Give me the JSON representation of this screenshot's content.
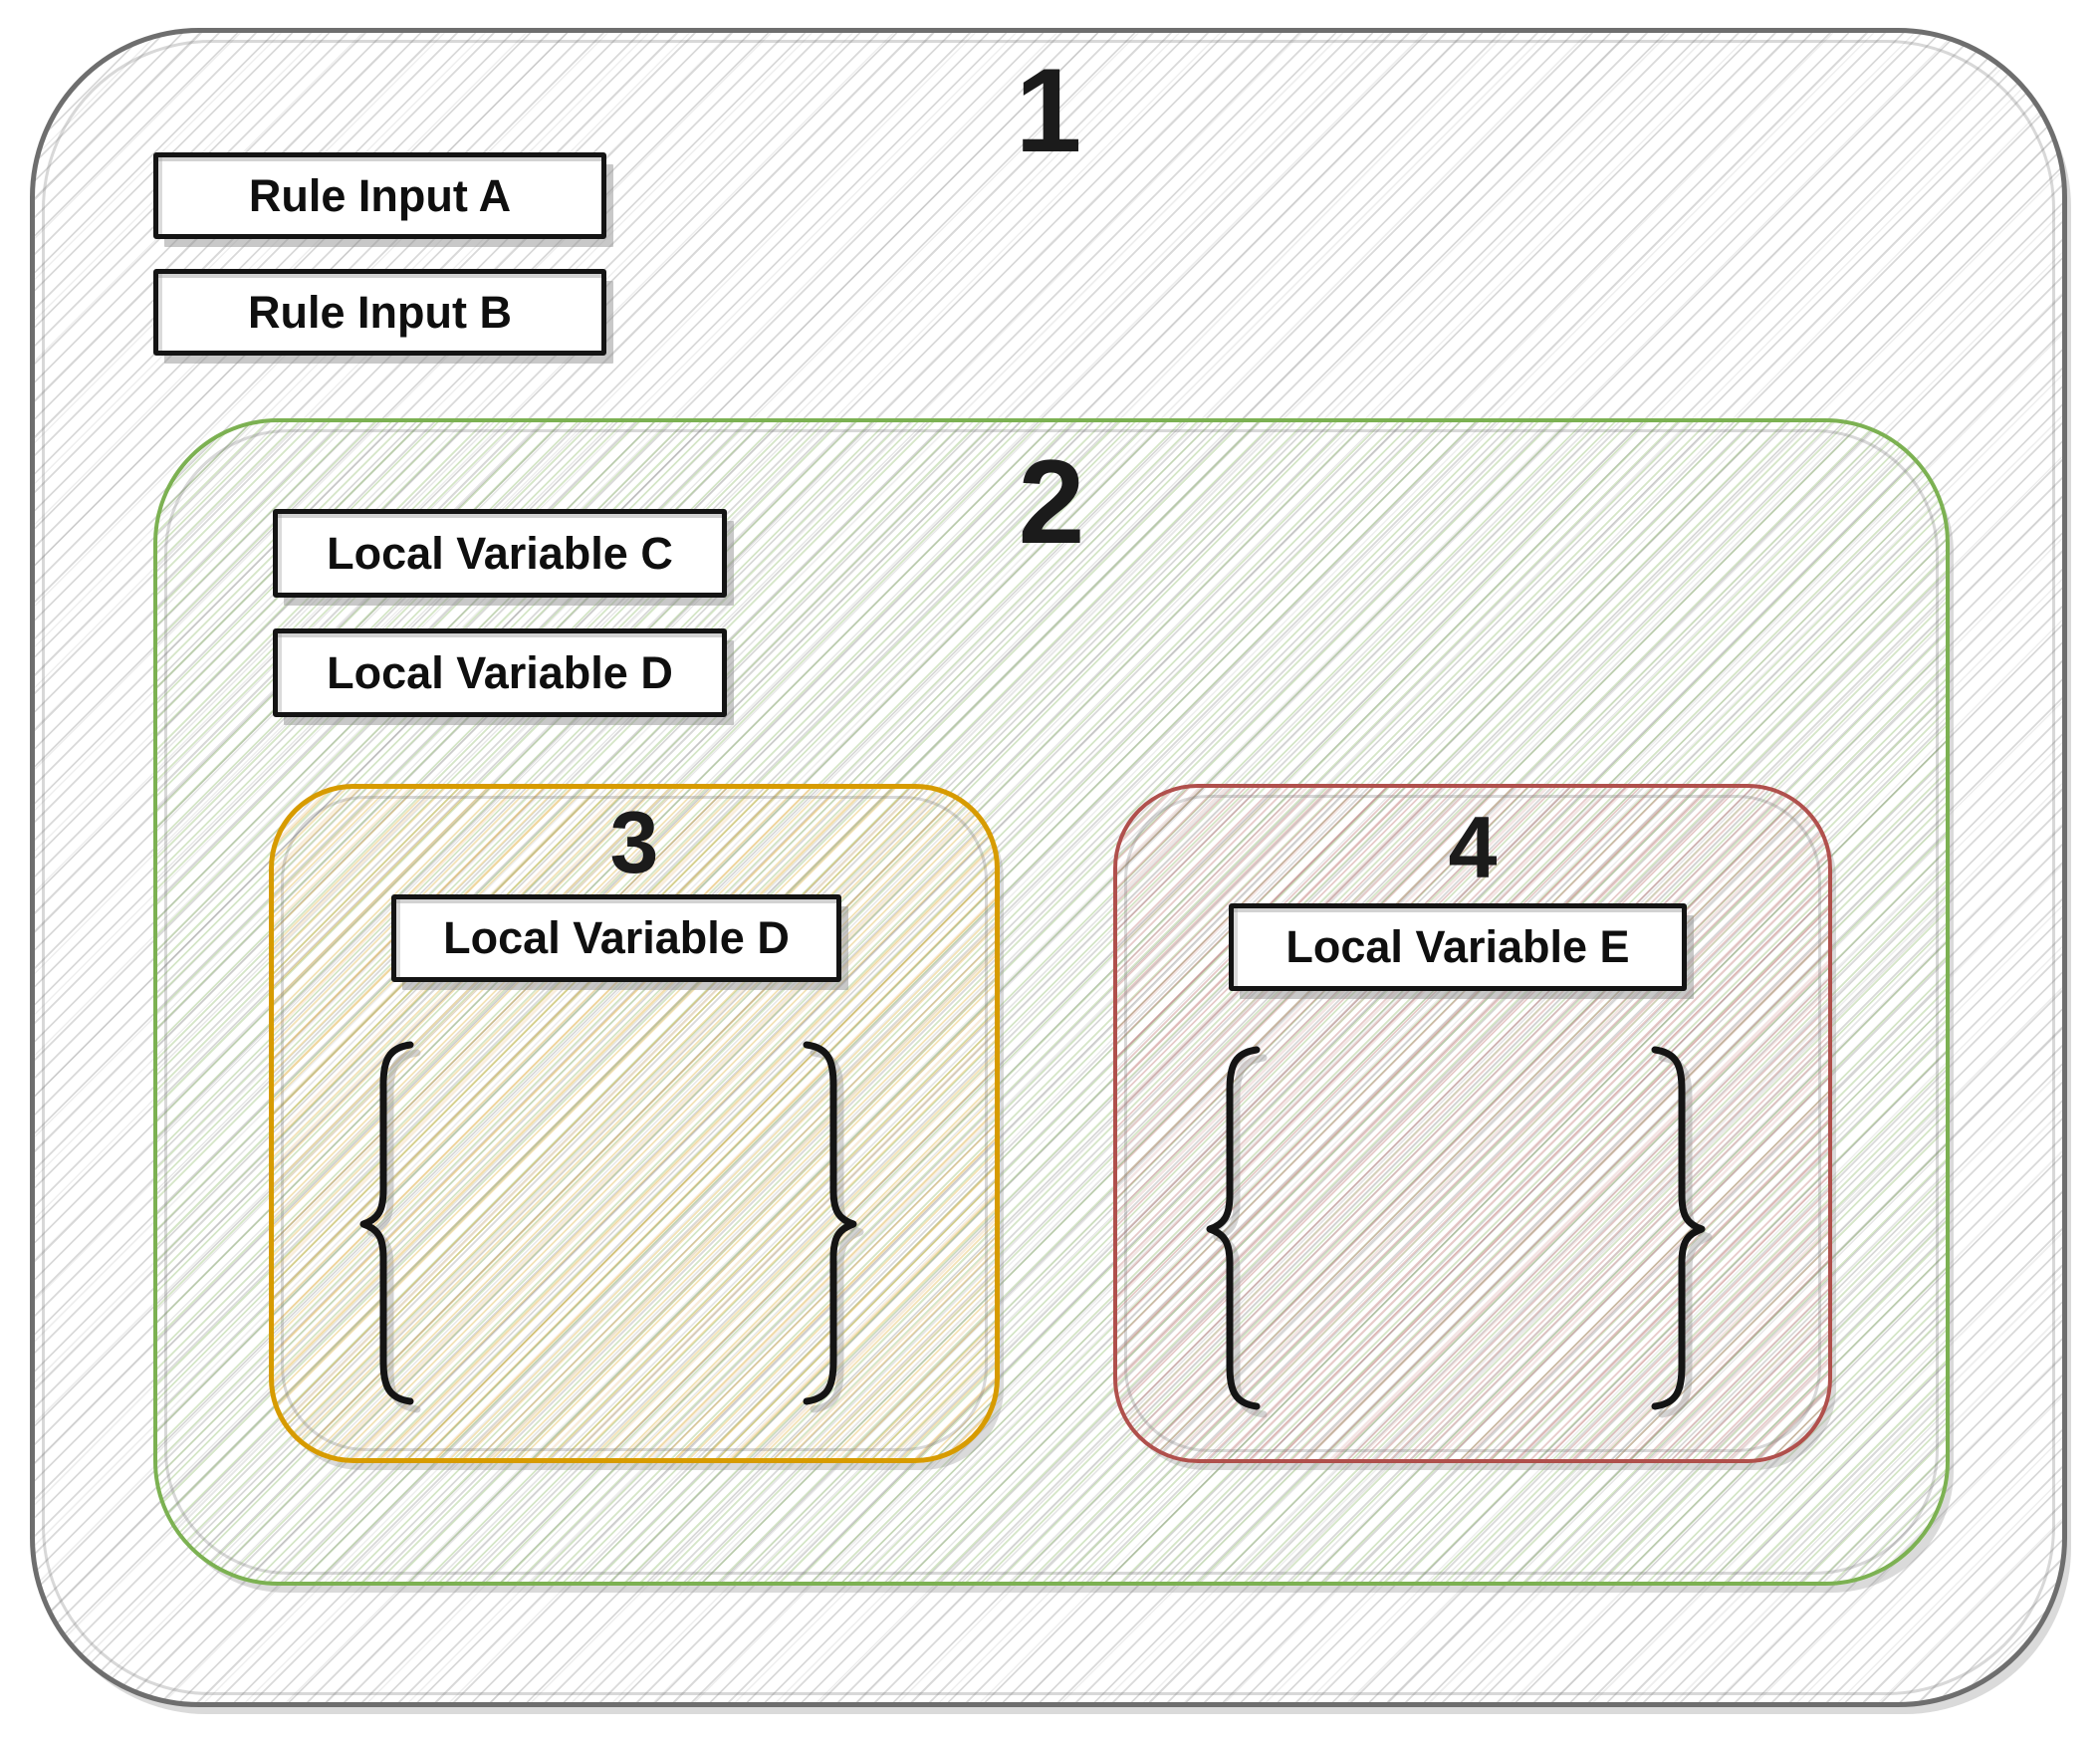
{
  "scope1": {
    "number": "1",
    "border_color": "#6e6e6e",
    "input_a": "Rule Input A",
    "input_b": "Rule Input B"
  },
  "scope2": {
    "number": "2",
    "border_color": "#7cb152",
    "variable_c": "Local Variable C",
    "variable_d": "Local Variable D"
  },
  "scope3": {
    "number": "3",
    "border_color": "#d79b00",
    "variable_d": "Local Variable D"
  },
  "scope4": {
    "number": "4",
    "border_color": "#b0504c",
    "variable_e": "Local Variable E"
  },
  "icons": {
    "curly_brace_left": "{",
    "curly_brace_right": "}"
  }
}
